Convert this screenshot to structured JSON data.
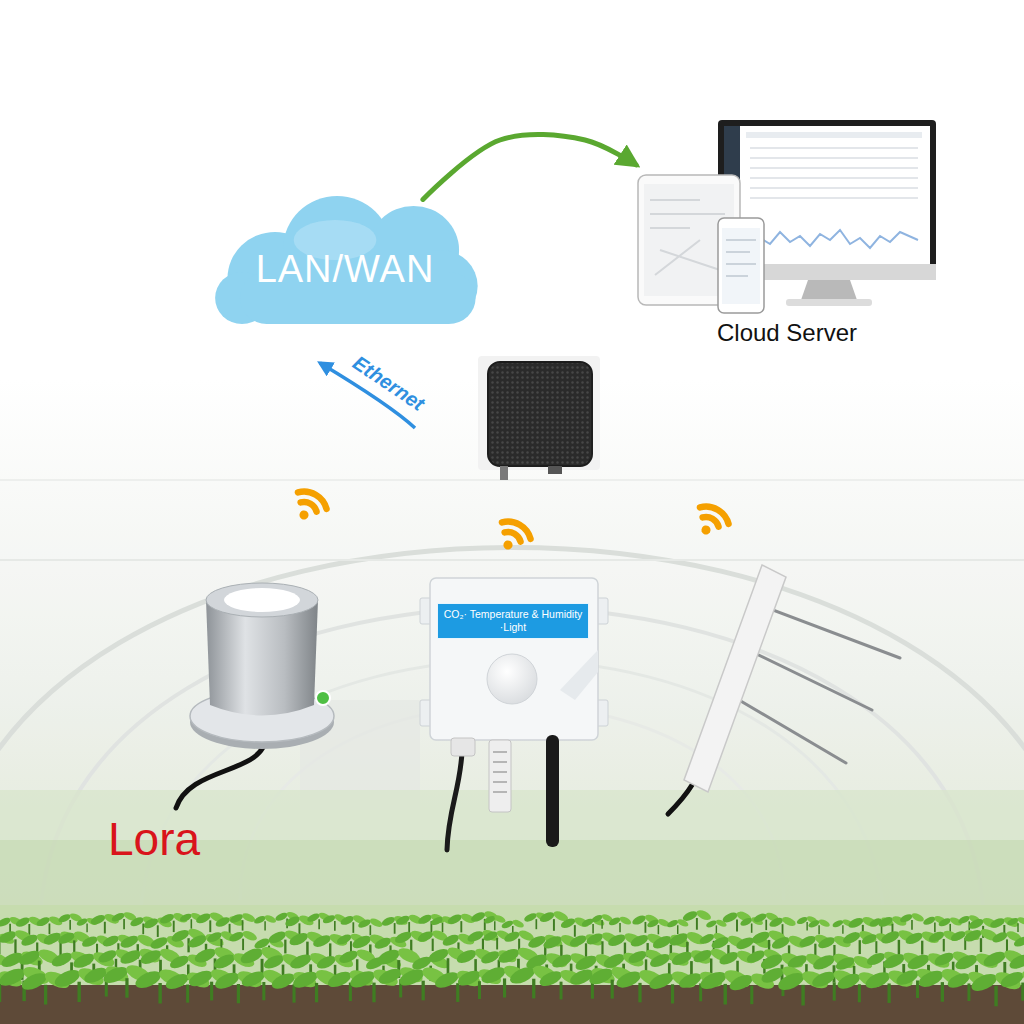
{
  "diagram": {
    "nodes": [
      {
        "text": [
          "LAN/WAN"
        ]
      },
      {
        "text": [
          "Cloud Server"
        ]
      },
      {
        "text": [
          "CO₂· Temperature & Humidity ·Light"
        ]
      }
    ],
    "edges": [
      {
        "from": 0,
        "to": 1,
        "arrow": "to"
      }
    ],
    "labels": [
      "Ethernet",
      "Lora"
    ]
  }
}
